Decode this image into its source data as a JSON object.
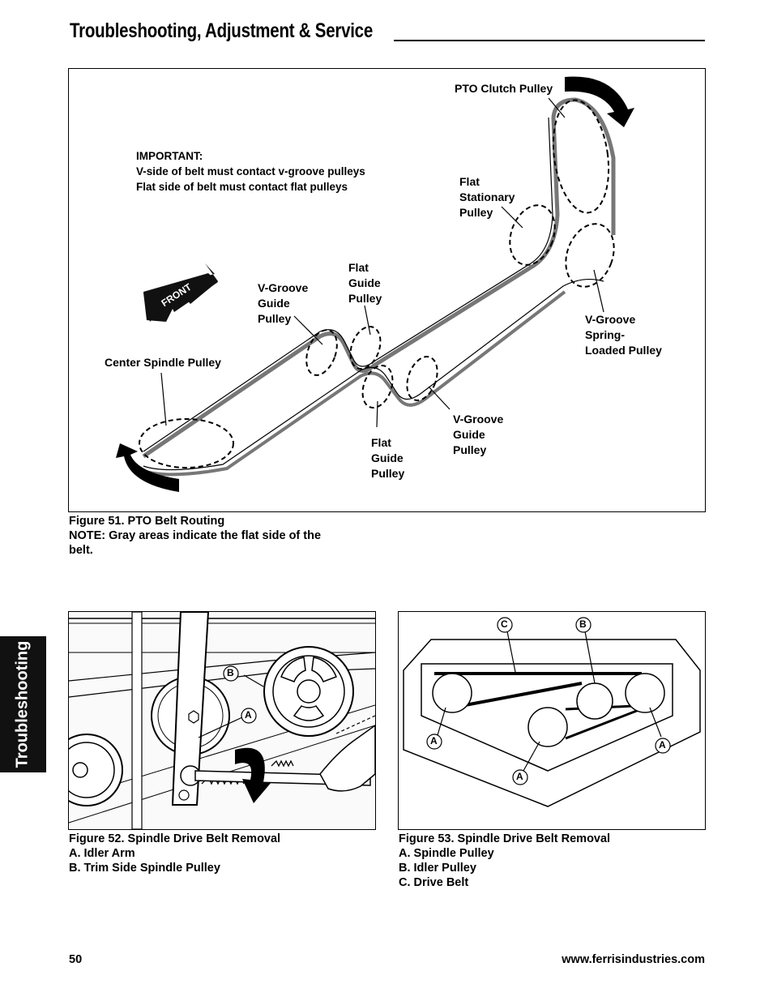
{
  "header": {
    "title": "Troubleshooting, Adjustment & Service"
  },
  "side_tab": {
    "label": "Troubleshooting"
  },
  "figure51": {
    "important_title": "IMPORTANT:",
    "important_line1": "V-side of belt must contact v-groove pulleys",
    "important_line2": "Flat side of belt must contact flat pulleys",
    "front_label": "FRONT",
    "labels": {
      "pto_clutch": "PTO Clutch Pulley",
      "flat_stationary": [
        "Flat",
        "Stationary",
        "Pulley"
      ],
      "vgroove_spring": [
        "V-Groove",
        "Spring-",
        "Loaded Pulley"
      ],
      "vgroove_guide_1": [
        "V-Groove",
        "Guide",
        "Pulley"
      ],
      "flat_guide_1": [
        "Flat",
        "Guide",
        "Pulley"
      ],
      "center_spindle": "Center Spindle Pulley",
      "flat_guide_2": [
        "Flat",
        "Guide",
        "Pulley"
      ],
      "vgroove_guide_2": [
        "V-Groove",
        "Guide",
        "Pulley"
      ]
    },
    "caption_line1": "Figure 51.  PTO Belt Routing",
    "caption_line2": "NOTE:  Gray areas indicate the flat side of the",
    "caption_line3": "belt."
  },
  "figure52": {
    "callout_a": "A",
    "callout_b": "B",
    "caption_line1": "Figure 52.  Spindle Drive Belt Removal",
    "caption_line2": "A.  Idler Arm",
    "caption_line3": "B.  Trim Side Spindle Pulley"
  },
  "figure53": {
    "callout_a": "A",
    "callout_b": "B",
    "callout_c": "C",
    "caption_line1": "Figure 53.  Spindle Drive Belt Removal",
    "caption_line2": "A.  Spindle Pulley",
    "caption_line3": "B.  Idler Pulley",
    "caption_line4": "C.  Drive Belt"
  },
  "footer": {
    "page_number": "50",
    "url": "www.ferrisindustries.com"
  }
}
